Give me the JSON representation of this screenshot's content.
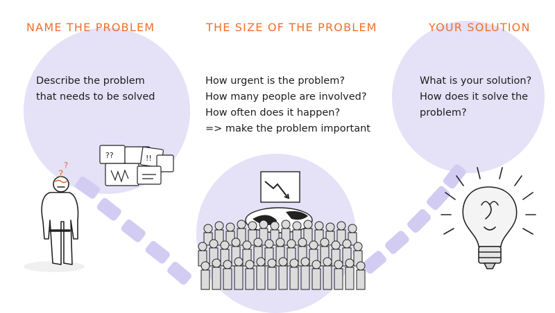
{
  "colors": {
    "accent_heading": "#ee6f2d",
    "circle_fill": "#e5e1f7",
    "dash_fill": "#d3ccf2",
    "text": "#1b1b1b"
  },
  "sections": [
    {
      "heading": "NAME THE PROBLEM",
      "lines": [
        "Describe the problem",
        "that needs to be solved"
      ],
      "illustration": "confused-person-with-speech-bubbles"
    },
    {
      "heading": "THE SIZE OF THE PROBLEM",
      "lines": [
        "How urgent is the problem?",
        "How many people are involved?",
        "How often does it happen?",
        "=> make the problem important"
      ],
      "illustration": "crowd-with-declining-chart"
    },
    {
      "heading": "YOUR SOLUTION",
      "lines": [
        "What is your solution?",
        "How does it solve the",
        "problem?"
      ],
      "illustration": "glowing-light-bulb"
    }
  ],
  "bubble_texts": [
    "??",
    "!!",
    "‼"
  ]
}
